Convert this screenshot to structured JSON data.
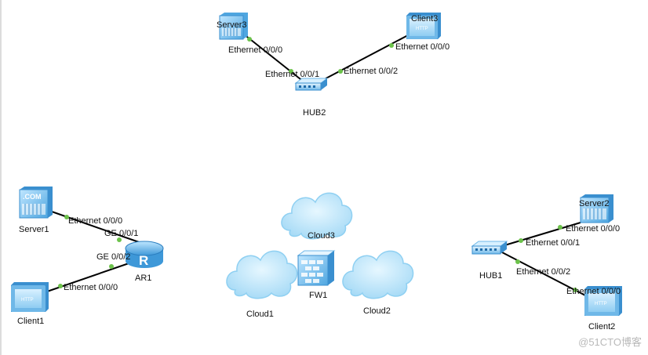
{
  "devices": {
    "server3": "Server3",
    "client3": "Client3",
    "hub2": "HUB2",
    "server1": "Server1",
    "ar1": "AR1",
    "client1": "Client1",
    "cloud3": "Cloud3",
    "cloud1": "Cloud1",
    "fw1": "FW1",
    "cloud2": "Cloud2",
    "hub1": "HUB1",
    "server2": "Server2",
    "client2": "Client2"
  },
  "ports": {
    "server3_eth": "Ethernet 0/0/0",
    "hub2_p1": "Ethernet 0/0/1",
    "hub2_p2": "Ethernet 0/0/2",
    "client3_eth": "Ethernet 0/0/0",
    "server1_eth": "Ethernet 0/0/0",
    "ar1_ge1": "GE 0/0/1",
    "ar1_ge2": "GE 0/0/2",
    "client1_eth": "Ethernet 0/0/0",
    "server2_eth": "Ethernet 0/0/0",
    "hub1_p1": "Ethernet 0/0/1",
    "hub1_p2": "Ethernet 0/0/2",
    "client2_eth": "Ethernet 0/0/0"
  },
  "server1_logo": ".COM",
  "client_screen": "HTTP",
  "router_letter": "R",
  "watermark": "@51CTO博客",
  "colors": {
    "device_fill": "#7fc7f0",
    "device_dark": "#3a8fcf",
    "cloud_fill": "#bfe6fb",
    "link": "#000000",
    "port_dot": "#6cc24a"
  }
}
